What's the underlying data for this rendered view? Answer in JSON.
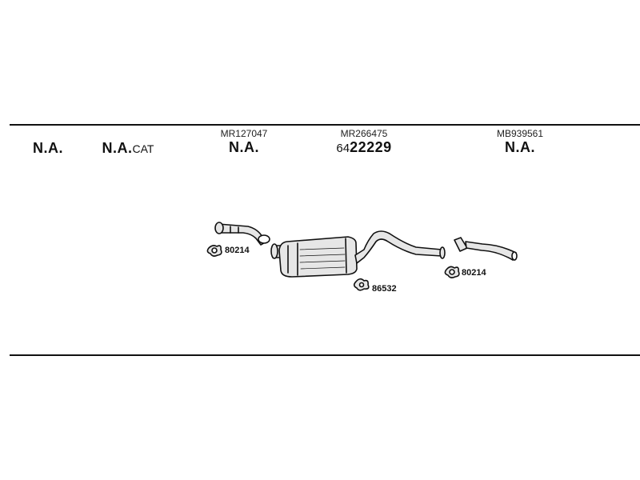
{
  "columns": [
    {
      "code": "",
      "main": "N.A.",
      "suffix": ""
    },
    {
      "code": "",
      "main": "N.A.",
      "suffix": "CAT"
    },
    {
      "code": "MR127047",
      "main": "N.A.",
      "suffix": ""
    },
    {
      "code": "MR266475",
      "prefix": "64",
      "main": "22229",
      "suffix": ""
    },
    {
      "code": "MB939561",
      "main": "N.A.",
      "suffix": ""
    }
  ],
  "part_labels": {
    "gasket_left": "80214",
    "gasket_right": "80214",
    "hanger": "86532"
  },
  "colors": {
    "line": "#111111",
    "part_fill": "#e6e6e6"
  }
}
